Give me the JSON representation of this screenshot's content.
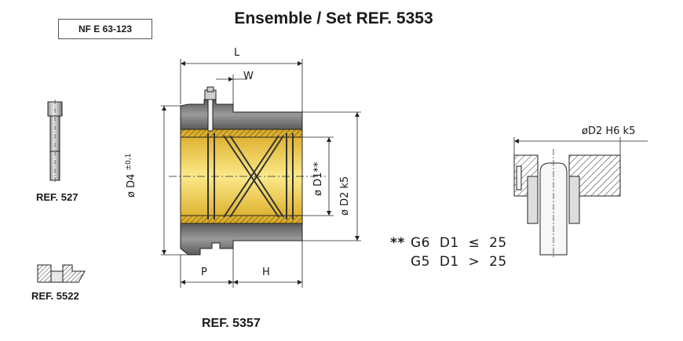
{
  "title": "Ensemble / Set REF. 5353",
  "standard": "NF E 63-123",
  "refs": {
    "screw": "REF. 527",
    "washer": "REF. 5522",
    "bushing": "REF. 5357"
  },
  "dimensions": {
    "L": "L",
    "W": "W",
    "P": "P",
    "H": "H",
    "D4": "ø D4",
    "D4_tol": "±0,1",
    "D1": "ø D1**",
    "D2": "ø D2 k5",
    "mount": "øD2 H6 k5"
  },
  "notes": [
    {
      "mark": "**",
      "grade": "G6",
      "var": "D1",
      "op": "≤",
      "val": "25"
    },
    {
      "mark": "",
      "grade": "G5",
      "var": "D1",
      "op": ">",
      "val": "25"
    }
  ],
  "colors": {
    "brass": "#e8c23a",
    "steel": "#707070",
    "line": "#1a1a1a"
  }
}
